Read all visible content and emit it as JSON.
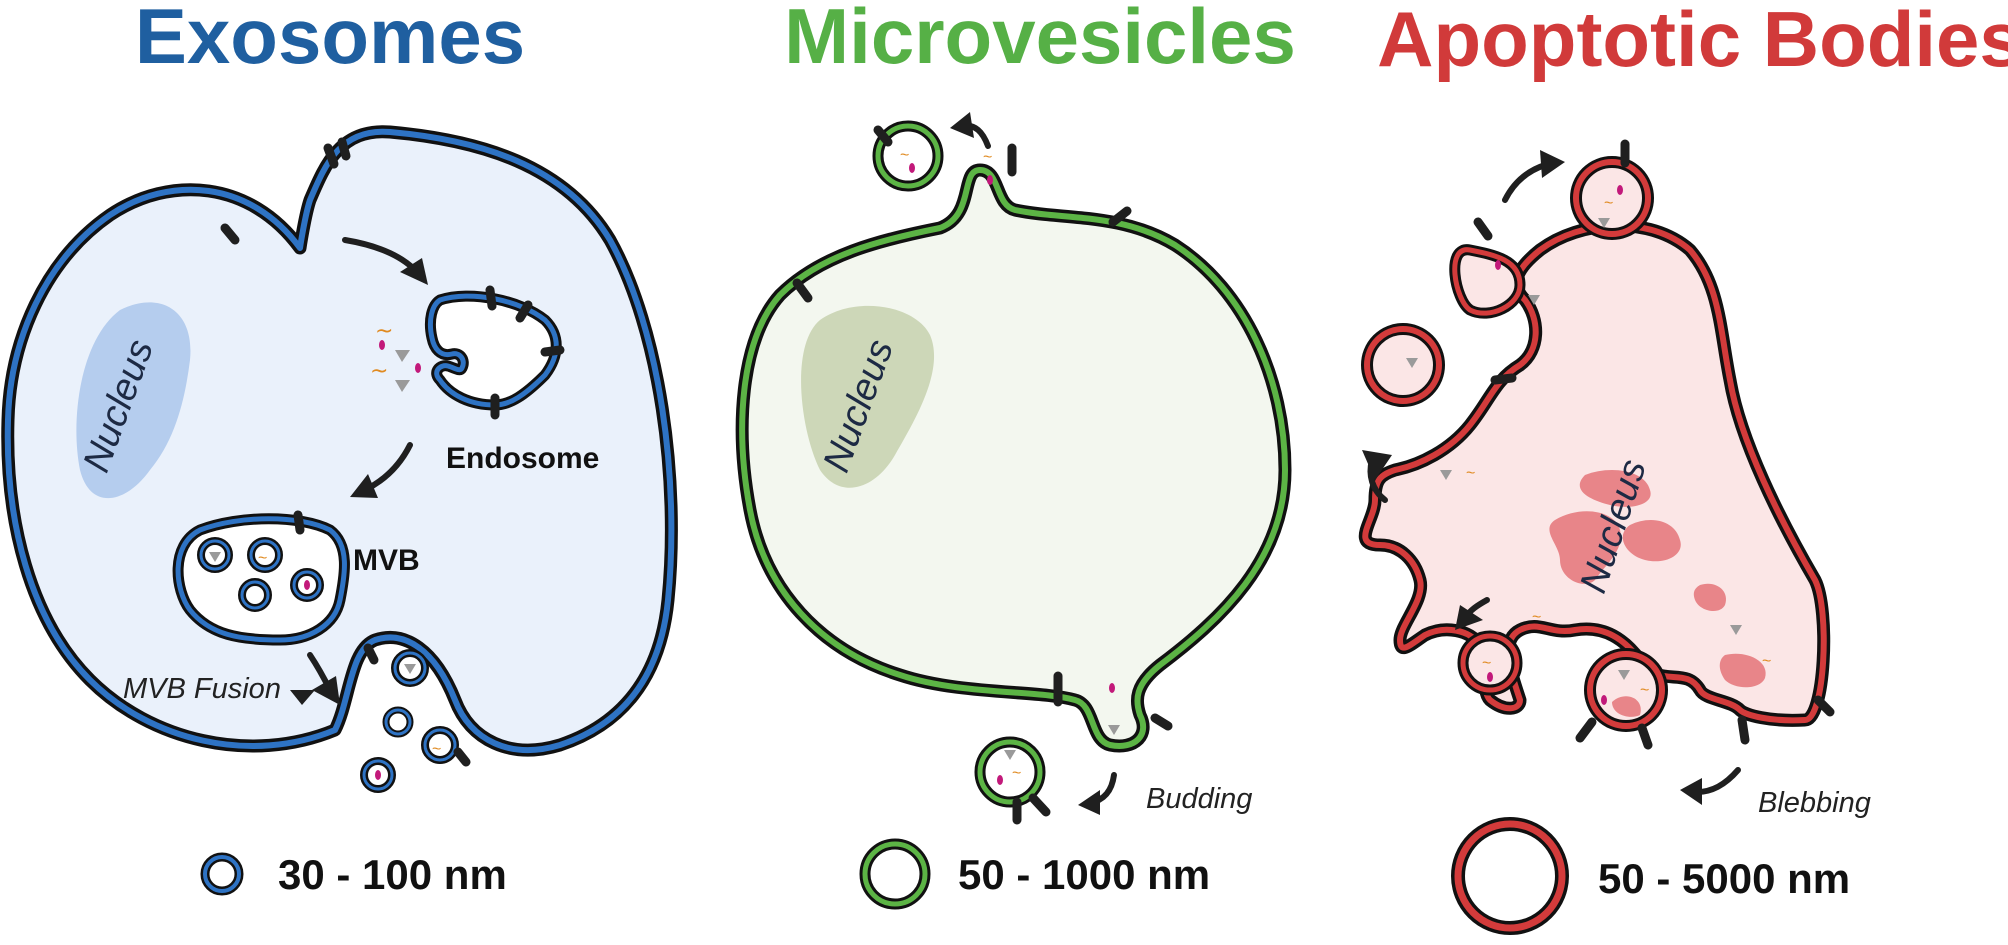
{
  "panels": {
    "exosomes": {
      "title": "Exosomes",
      "nucleus_label": "Nucleus",
      "endosome_label": "Endosome",
      "mvb_label": "MVB",
      "fusion_label": "MVB Fusion",
      "size_label": "30 - 100 nm",
      "color": "#1f5fa0",
      "membrane_color": "#2e73c4",
      "fill_color": "#eaf1fb",
      "nucleus_color": "#b5cdee"
    },
    "microvesicles": {
      "title": "Microvesicles",
      "nucleus_label": "Nucleus",
      "budding_label": "Budding",
      "size_label": "50 - 1000 nm",
      "color": "#56b046",
      "membrane_color": "#5cb445",
      "fill_color": "#f3f7ef",
      "nucleus_color": "#cdd7b8"
    },
    "apoptotic": {
      "title": "Apoptotic Bodies",
      "nucleus_label": "Nucleus",
      "blebbing_label": "Blebbing",
      "size_label": "50 - 5000 nm",
      "color": "#d13a3a",
      "membrane_color": "#d33b3b",
      "fill_color": "#fbe6e6",
      "nucleus_color": "#e88589"
    }
  }
}
